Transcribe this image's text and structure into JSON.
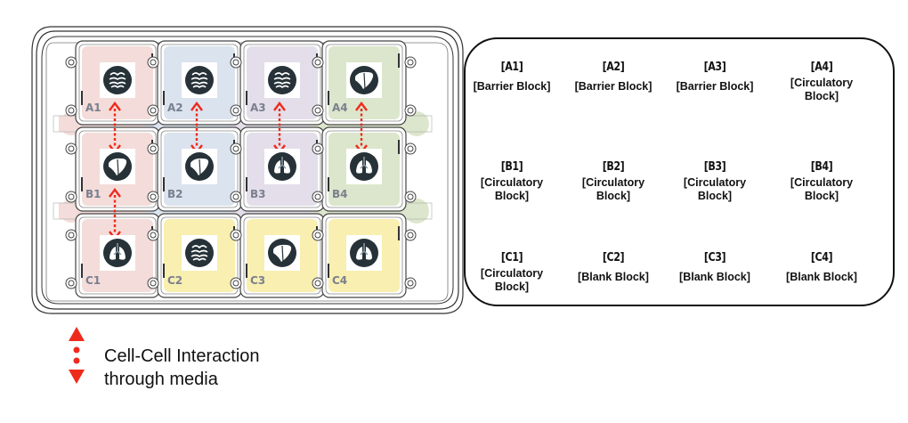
{
  "colors": {
    "arrow": "#ee2a1c",
    "row_a_col1": "#f3dcd9",
    "col1": "#f3dcd9",
    "col2": "#dbe3ef",
    "col3": "#e3deea",
    "col4": "#dce6cc",
    "blank": "#f8efb0",
    "icon_circle": "#263238",
    "plate_line": "#333333"
  },
  "plate": {
    "tiles": [
      {
        "id": "A1",
        "label": "A1",
        "icon": "intestine-icon",
        "fill": "#f3dcd9"
      },
      {
        "id": "A2",
        "label": "A2",
        "icon": "intestine-icon",
        "fill": "#dbe3ef"
      },
      {
        "id": "A3",
        "label": "A3",
        "icon": "intestine-icon",
        "fill": "#e3deea"
      },
      {
        "id": "A4",
        "label": "A4",
        "icon": "liver-icon",
        "fill": "#dce6cc"
      },
      {
        "id": "B1",
        "label": "B1",
        "icon": "liver-icon",
        "fill": "#f3dcd9"
      },
      {
        "id": "B2",
        "label": "B2",
        "icon": "liver-icon",
        "fill": "#dbe3ef"
      },
      {
        "id": "B3",
        "label": "B3",
        "icon": "lungs-icon",
        "fill": "#e3deea"
      },
      {
        "id": "B4",
        "label": "B4",
        "icon": "lungs-icon",
        "fill": "#dce6cc"
      },
      {
        "id": "C1",
        "label": "C1",
        "icon": "lungs-icon",
        "fill": "#f3dcd9"
      },
      {
        "id": "C2",
        "label": "C2",
        "icon": "intestine-icon",
        "fill": "#f8efb0"
      },
      {
        "id": "C3",
        "label": "C3",
        "icon": "liver-icon",
        "fill": "#f8efb0"
      },
      {
        "id": "C4",
        "label": "C4",
        "icon": "lungs-icon",
        "fill": "#f8efb0"
      }
    ],
    "channels": [
      {
        "row": "A-B",
        "fills": [
          "#f3dcd9",
          "#dbe3ef",
          "#e3deea",
          "#dce6cc"
        ]
      },
      {
        "row": "B-C",
        "fills": [
          "#f3dcd9",
          "#dbe3ef",
          "#e3deea",
          "#dce6cc"
        ]
      }
    ],
    "interactions": [
      {
        "from": "A1",
        "to": "B1"
      },
      {
        "from": "A2",
        "to": "B2"
      },
      {
        "from": "A3",
        "to": "B3"
      },
      {
        "from": "A4",
        "to": "B4"
      },
      {
        "from": "B1",
        "to": "C1"
      }
    ]
  },
  "panel": {
    "cells": [
      {
        "id": "[A1]",
        "type": "[Barrier Block]"
      },
      {
        "id": "[A2]",
        "type": "[Barrier Block]"
      },
      {
        "id": "[A3]",
        "type": "[Barrier Block]"
      },
      {
        "id": "[A4]",
        "type": "[Circulatory Block]"
      },
      {
        "id": "[B1]",
        "type": "[Circulatory Block]"
      },
      {
        "id": "[B2]",
        "type": "[Circulatory Block]"
      },
      {
        "id": "[B3]",
        "type": "[Circulatory Block]"
      },
      {
        "id": "[B4]",
        "type": "[Circulatory Block]"
      },
      {
        "id": "[C1]",
        "type": "[Circulatory Block]"
      },
      {
        "id": "[C2]",
        "type": "[Blank Block]"
      },
      {
        "id": "[C3]",
        "type": "[Blank Block]"
      },
      {
        "id": "[C4]",
        "type": "[Blank Block]"
      }
    ]
  },
  "legend": {
    "icon": "double-arrow-dotted-icon",
    "line1": "Cell-Cell Interaction",
    "line2": "through media"
  }
}
